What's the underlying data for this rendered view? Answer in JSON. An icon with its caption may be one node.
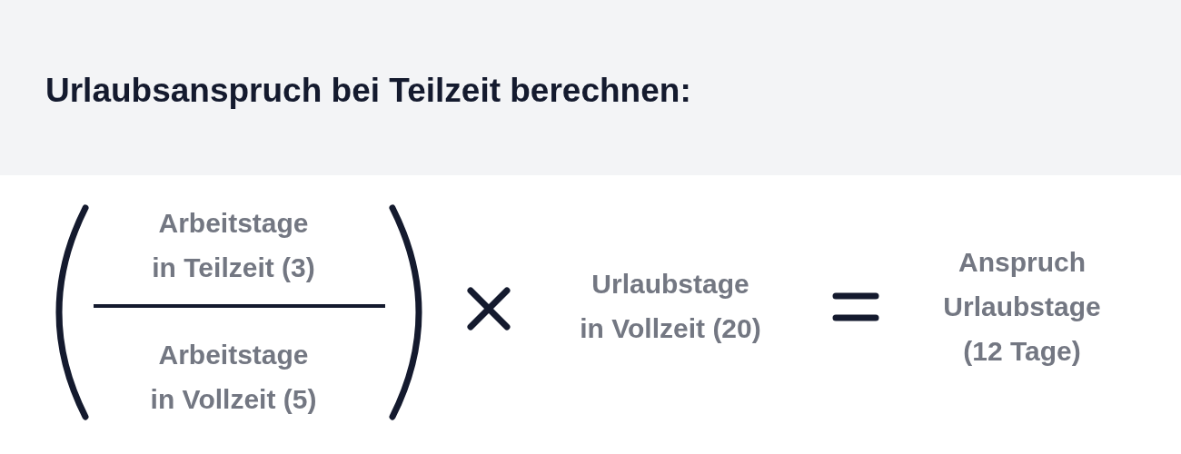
{
  "diagram": {
    "title": "Urlaubsanspruch bei Teilzeit berechnen:",
    "labels": [
      "Arbeitstage in Teilzeit (3)",
      "Arbeitstage in Vollzeit (5)",
      "Urlaubstage in Vollzeit (20)",
      "Anspruch Urlaubstage (12 Tage)"
    ]
  }
}
